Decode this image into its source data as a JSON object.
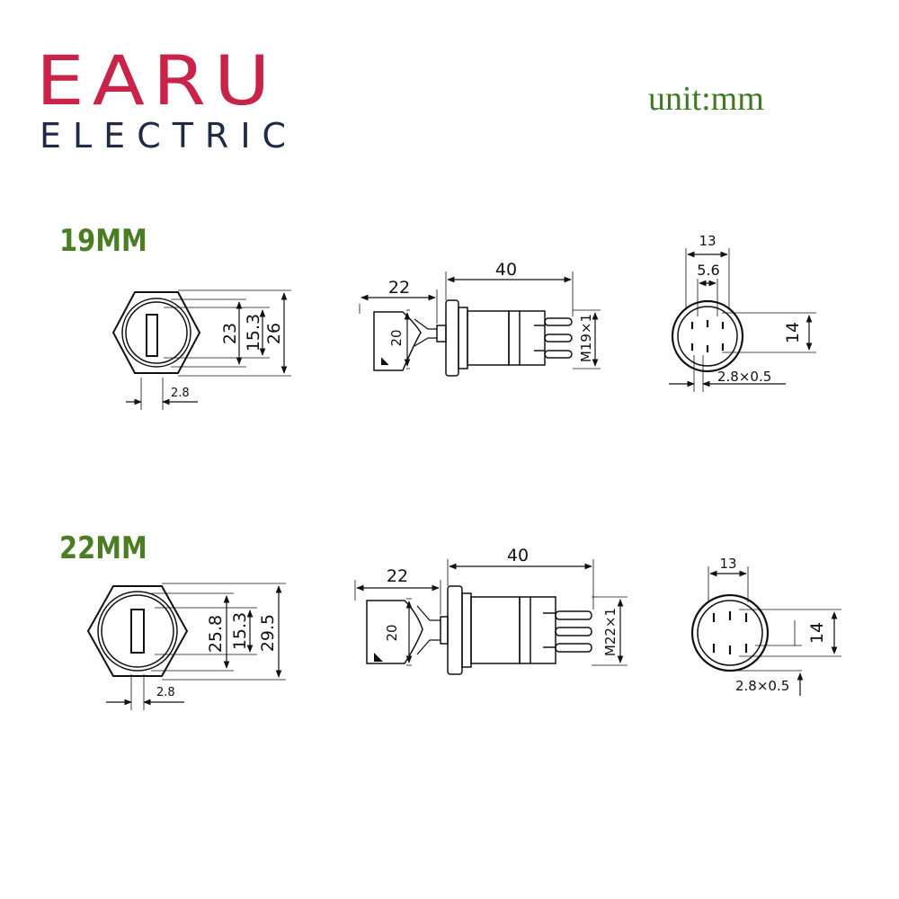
{
  "brand": {
    "name": "EARU",
    "subtitle": "ELECTRIC",
    "color": "#c8244a",
    "subtitle_color": "#1f2a44"
  },
  "unit_label": "unit:mm",
  "unit_color": "#3f7a23",
  "label_color": "#4a7d24",
  "sections": [
    {
      "label": "19MM",
      "front": {
        "inner_height": "23",
        "key_slot": "15.3",
        "outer_height": "26",
        "bottom_gap": "2.8"
      },
      "side": {
        "key_width": "22",
        "key_height": "20",
        "length": "40",
        "thread": "M19×1"
      },
      "back": {
        "width": "13",
        "pin_spacing": "5.6",
        "height": "14",
        "terminal": "2.8×0.5"
      }
    },
    {
      "label": "22MM",
      "front": {
        "inner_height": "25.8",
        "key_slot": "15.3",
        "outer_height": "29.5",
        "bottom_gap": "2.8"
      },
      "side": {
        "key_width": "22",
        "key_height": "20",
        "length": "40",
        "thread": "M22×1"
      },
      "back": {
        "width": "13",
        "height": "14",
        "terminal": "2.8×0.5"
      }
    }
  ]
}
